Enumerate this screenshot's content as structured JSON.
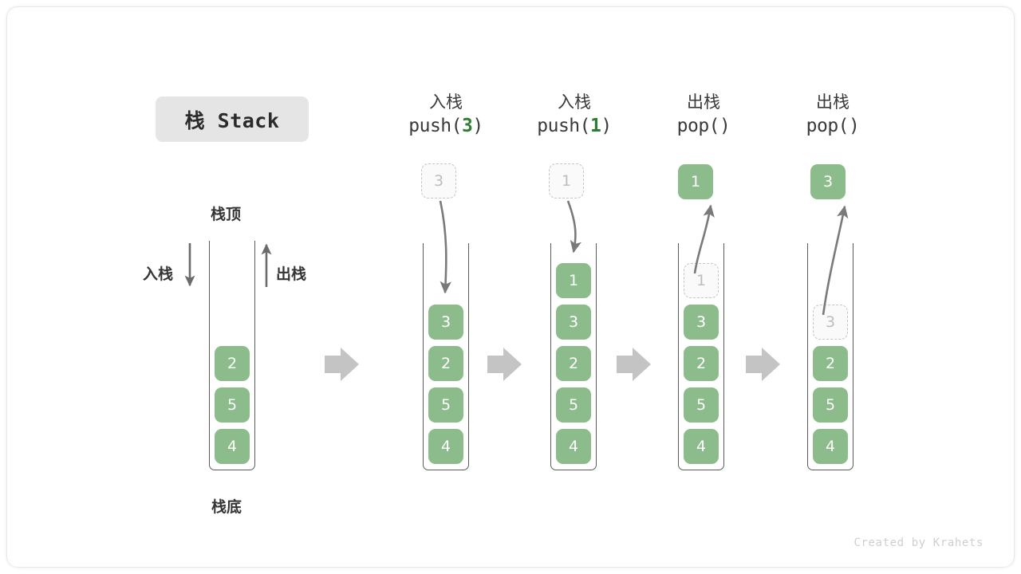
{
  "title_badge": {
    "label": "栈 Stack"
  },
  "first_stack": {
    "top_label": "栈顶",
    "bottom_label": "栈底",
    "push_label": "入栈",
    "pop_label": "出栈",
    "items": [
      "2",
      "5",
      "4"
    ]
  },
  "columns": [
    {
      "id": "push-3",
      "cn": "入栈",
      "code_prefix": "push(",
      "code_arg": "3",
      "code_suffix": ")",
      "floating": {
        "value": "3",
        "style": "ghost"
      },
      "arrow": "down-into-stack",
      "items": [
        "3",
        "2",
        "5",
        "4"
      ],
      "ghost_index": -1
    },
    {
      "id": "push-1",
      "cn": "入栈",
      "code_prefix": "push(",
      "code_arg": "1",
      "code_suffix": ")",
      "floating": {
        "value": "1",
        "style": "ghost"
      },
      "arrow": "down-into-stack",
      "items": [
        "1",
        "3",
        "2",
        "5",
        "4"
      ],
      "ghost_index": -1
    },
    {
      "id": "pop-1",
      "cn": "出栈",
      "code_prefix": "pop(",
      "code_arg": "",
      "code_suffix": ")",
      "floating": {
        "value": "1",
        "style": "solid"
      },
      "arrow": "up-out-of-stack",
      "items": [
        "1",
        "3",
        "2",
        "5",
        "4"
      ],
      "ghost_index": 0
    },
    {
      "id": "pop-3",
      "cn": "出栈",
      "code_prefix": "pop(",
      "code_arg": "",
      "code_suffix": ")",
      "floating": {
        "value": "3",
        "style": "solid"
      },
      "arrow": "up-out-of-stack",
      "items": [
        "3",
        "2",
        "5",
        "4"
      ],
      "ghost_index": 0
    }
  ],
  "credit": "Created by Krahets",
  "colors": {
    "item_green": "#8cbc8b",
    "accent_green": "#2e7d32",
    "badge_bg": "#e5e5e5",
    "tube_stroke": "#5a5a5a",
    "arrow_gray": "#7a7a7a",
    "block_arrow": "#c4c4c4",
    "ghost_border": "#c6c6c6"
  }
}
